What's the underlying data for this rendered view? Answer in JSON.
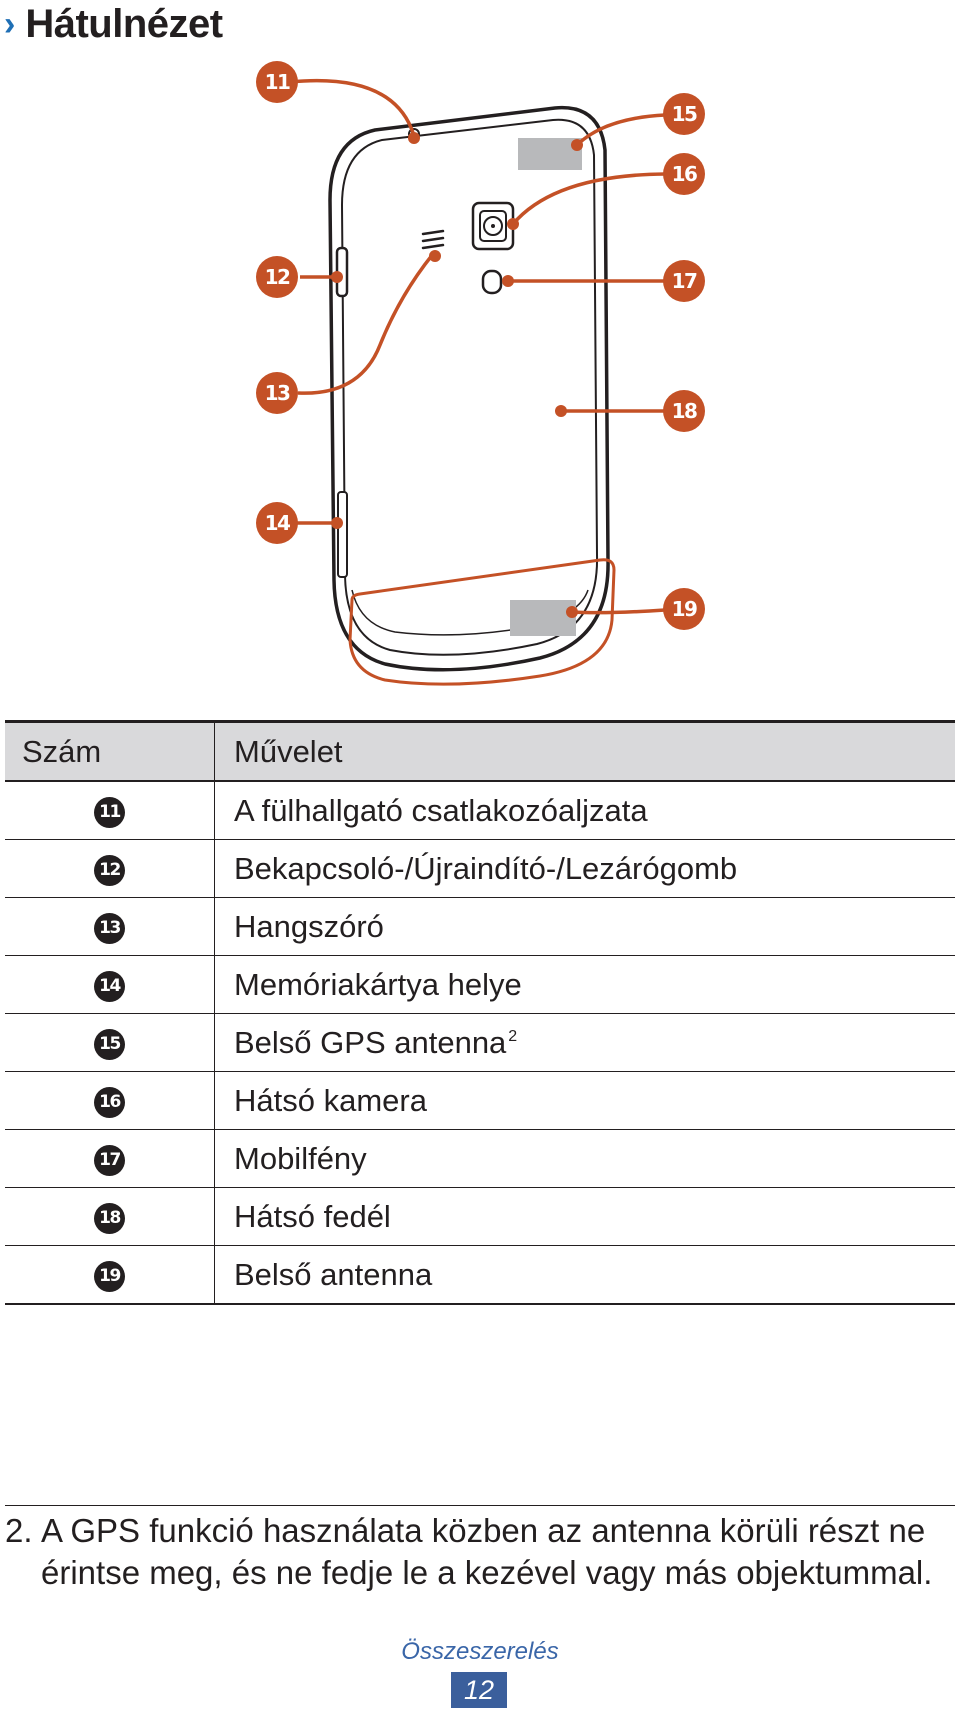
{
  "header": {
    "chevron": "›",
    "title": "Hátulnézet"
  },
  "colors": {
    "callout": "#c45126",
    "accent": "#1f6fb5",
    "page_badge": "#3b5f9c",
    "header_row": "#d9d9db"
  },
  "diagram": {
    "callouts": [
      "11",
      "12",
      "13",
      "14",
      "15",
      "16",
      "17",
      "18",
      "19"
    ]
  },
  "table": {
    "headers": {
      "number": "Szám",
      "function": "Művelet"
    },
    "rows": [
      {
        "number": "11",
        "label": "A fülhallgató csatlakozóaljzata"
      },
      {
        "number": "12",
        "label": "Bekapcsoló-/Újraindító-/Lezárógomb"
      },
      {
        "number": "13",
        "label": "Hangszóró"
      },
      {
        "number": "14",
        "label": "Memóriakártya helye"
      },
      {
        "number": "15",
        "label": "Belső GPS antenna",
        "sup": "2"
      },
      {
        "number": "16",
        "label": "Hátsó kamera"
      },
      {
        "number": "17",
        "label": "Mobilfény"
      },
      {
        "number": "18",
        "label": "Hátsó fedél"
      },
      {
        "number": "19",
        "label": "Belső antenna"
      }
    ]
  },
  "footnote": {
    "number": "2.",
    "text": "A GPS funkció használata közben az antenna körüli részt ne érintse meg, és ne fedje le a kezével vagy más objektummal."
  },
  "footer": {
    "section": "Összeszerelés",
    "page": "12"
  }
}
